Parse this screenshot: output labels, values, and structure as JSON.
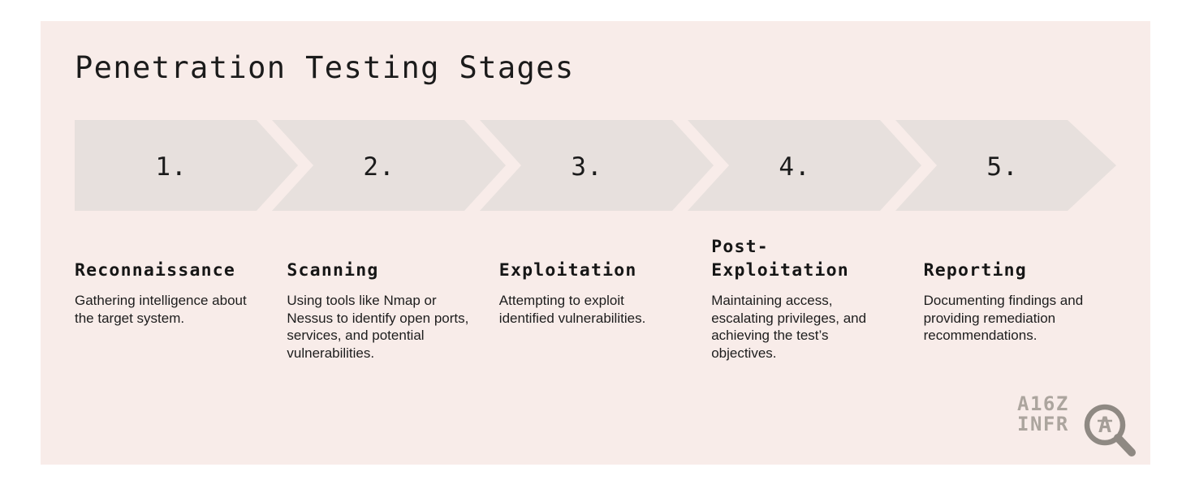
{
  "title": "Penetration Testing Stages",
  "stages": [
    {
      "number": "1.",
      "heading": "Reconnaissance",
      "description": "Gathering intelligence about the target system."
    },
    {
      "number": "2.",
      "heading": "Scanning",
      "description": "Using tools like Nmap or Nessus to identify open ports, services, and potential vulnerabilities."
    },
    {
      "number": "3.",
      "heading": "Exploitation",
      "description": "Attempting to exploit identified vulnerabilities."
    },
    {
      "number": "4.",
      "heading": "Post-\nExploitation",
      "description": "Maintaining access, escalating privileges, and achieving the test’s objectives."
    },
    {
      "number": "5.",
      "heading": "Reporting",
      "description": "Documenting findings and providing remediation recommendations."
    }
  ],
  "watermark": {
    "line1": "A16Z",
    "line2": "INFR",
    "lens_letter": "A"
  },
  "icons": {
    "magnifier": "magnifying-glass"
  },
  "colors": {
    "page_bg": "#ffffff",
    "card_bg": "#f8ece9",
    "arrow_band": "#e7e0dd",
    "heading_text": "#161616",
    "body_text": "#1d1d1d",
    "watermark_text": "#aca59e",
    "magnifier_stroke": "#8f8983"
  }
}
